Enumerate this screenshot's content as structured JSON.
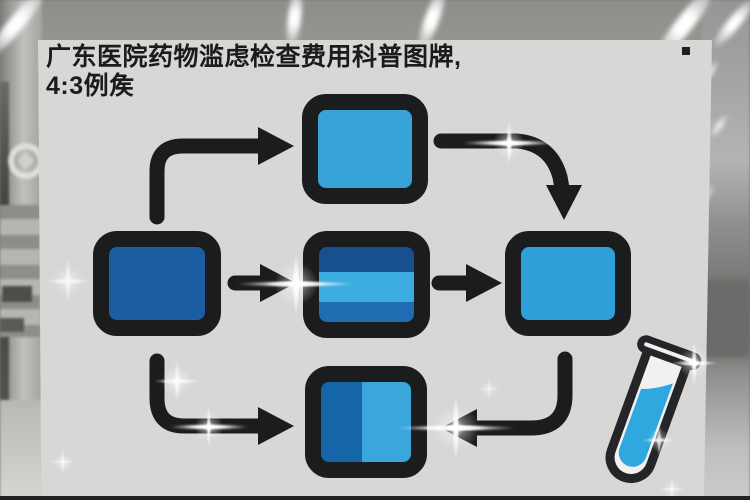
{
  "title": {
    "line1": "广东医院药物滥虑检查费用科普图牌,",
    "line2": "4:3例矦"
  },
  "diagram": {
    "type": "flowchart",
    "outline_color": "#1b1c1e",
    "nodes": [
      {
        "id": "left",
        "variant": "solid",
        "fill": "#1d5da1"
      },
      {
        "id": "top",
        "variant": "solid",
        "fill": "#36a4db"
      },
      {
        "id": "center",
        "variant": "striped",
        "stripes": [
          "#17508f",
          "#3babe0",
          "#1e6cb2"
        ]
      },
      {
        "id": "right",
        "variant": "solid",
        "fill": "#2fa0d8"
      },
      {
        "id": "bottom",
        "variant": "split",
        "parts": {
          "left": "#1566a9",
          "right": "#3aa6dc"
        }
      }
    ],
    "edges": [
      {
        "from": "left",
        "to": "top",
        "shape": "up-then-right"
      },
      {
        "from": "top",
        "to": "right",
        "shape": "right-then-down"
      },
      {
        "from": "left",
        "to": "center",
        "shape": "straight-right"
      },
      {
        "from": "center",
        "to": "right",
        "shape": "straight-right"
      },
      {
        "from": "left",
        "to": "bottom",
        "shape": "down-then-right"
      },
      {
        "from": "right",
        "to": "bottom",
        "shape": "down-then-left"
      }
    ]
  },
  "decorations": {
    "test_tube_icon": {
      "liquid_color": "#2fa7df",
      "outline_color": "#242528",
      "glass_color": "#f2f1ef"
    },
    "corner_mark_color": "#1f1f1f",
    "sparkle_color": "#ffffff"
  },
  "scene": {
    "card_color": "#d8d7d5"
  }
}
